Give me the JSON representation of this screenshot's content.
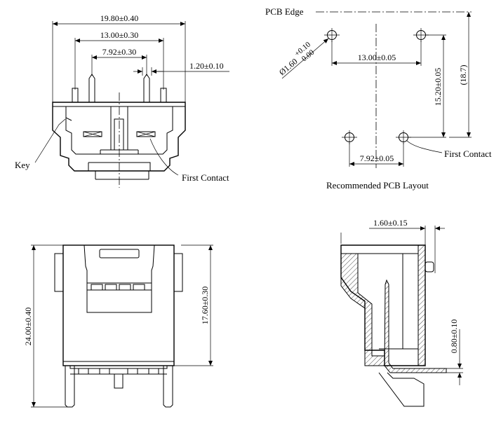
{
  "front_view": {
    "dim_overall_width": "19.80±0.40",
    "dim_outer_pitch": "13.00±0.30",
    "dim_inner_pitch": "7.92±0.30",
    "dim_pin_width": "1.20±0.10",
    "label_key": "Key",
    "label_first_contact": "First Contact"
  },
  "pcb_layout": {
    "label_pcb_edge": "PCB Edge",
    "dim_hole_dia_main": "Ø1.60",
    "dim_hole_tol_plus": "+0.10",
    "dim_hole_tol_minus": "0.00",
    "dim_hole_pitch_x": "13.00±0.05",
    "dim_hole_pitch_y": "15.20±0.05",
    "dim_edge_ref": "(18.7)",
    "dim_bottom_pitch": "7.92±0.05",
    "label_first_contact": "First Contact",
    "caption": "Recommended PCB Layout"
  },
  "bottom_view": {
    "dim_height": "24.00±0.40",
    "dim_body_height": "17.60±0.30"
  },
  "side_view": {
    "dim_offset": "1.60±0.15",
    "dim_pin_thickness": "0.80±0.10"
  }
}
